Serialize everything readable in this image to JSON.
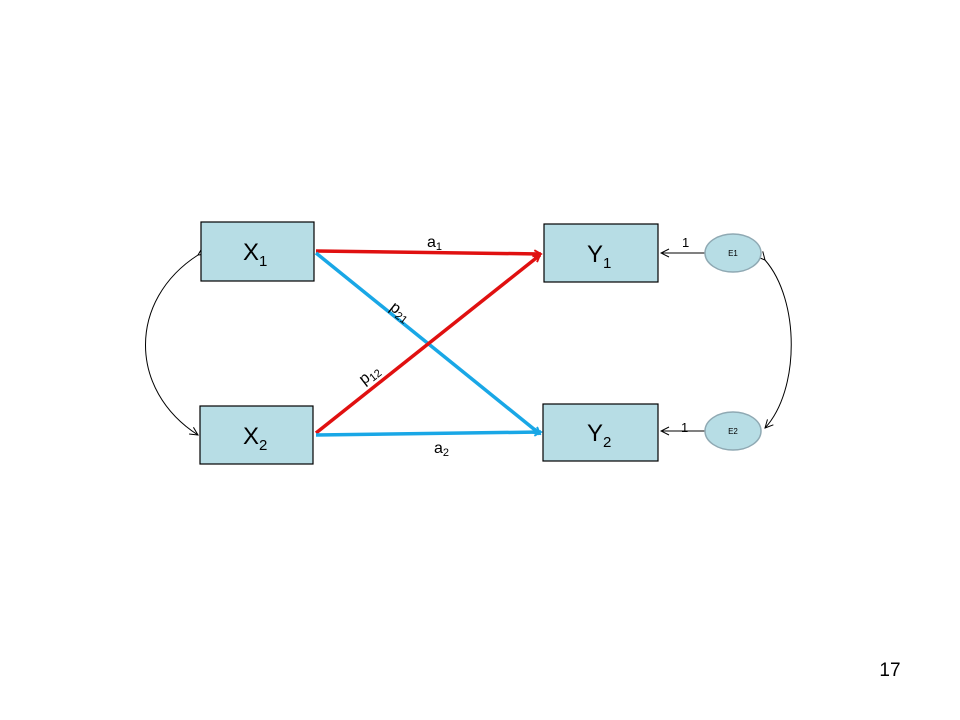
{
  "diagram": {
    "colors": {
      "box_fill": "#b7dde5",
      "box_stroke": "#000000",
      "error_fill": "#b7dde5",
      "error_stroke": "#8fa9b3",
      "red_path": "#e01010",
      "blue_path": "#19a7e6",
      "covariance": "#000000"
    },
    "nodes": {
      "x1": {
        "main": "X",
        "sub": "1"
      },
      "x2": {
        "main": "X",
        "sub": "2"
      },
      "y1": {
        "main": "Y",
        "sub": "1"
      },
      "y2": {
        "main": "Y",
        "sub": "2"
      },
      "e1": {
        "label": "E1"
      },
      "e2": {
        "label": "E2"
      }
    },
    "paths": {
      "a1": {
        "main": "a",
        "sub": "1"
      },
      "a2": {
        "main": "a",
        "sub": "2"
      },
      "p21": {
        "main": "p",
        "sub": "21"
      },
      "p12": {
        "main": "p",
        "sub": "12"
      },
      "e1_loading": "1",
      "e2_loading": "1"
    }
  },
  "slide": {
    "page_number": "17"
  }
}
